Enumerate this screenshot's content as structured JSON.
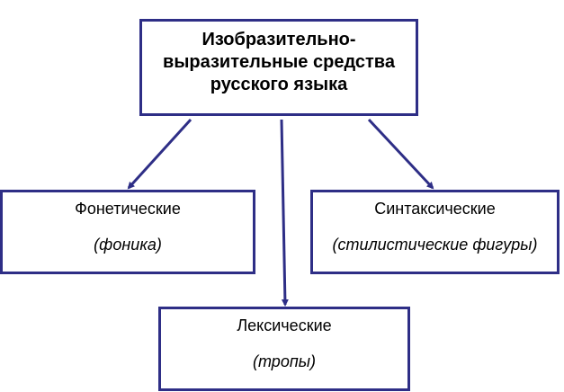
{
  "diagram": {
    "root": {
      "title": "Изобразительно-\nвыразительные средства\nрусского языка"
    },
    "nodes": [
      {
        "id": "phonetic",
        "label": "Фонетические",
        "sublabel": "(фоника)"
      },
      {
        "id": "syntactic",
        "label": "Синтаксические",
        "sublabel": "(стилистические фигуры)"
      },
      {
        "id": "lexical",
        "label": "Лексические",
        "sublabel": "(тропы)"
      }
    ],
    "edges": [
      {
        "from": "root",
        "to": "phonetic"
      },
      {
        "from": "root",
        "to": "lexical"
      },
      {
        "from": "root",
        "to": "syntactic"
      }
    ],
    "colors": {
      "stroke": "#2e2e86",
      "background": "#ffffff",
      "text": "#000000"
    }
  }
}
